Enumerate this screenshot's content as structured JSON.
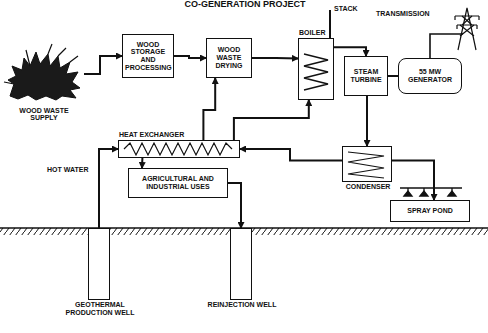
{
  "diagram": {
    "title": "CO-GENERATION PROJECT",
    "nodes": [
      {
        "text": [
          "WOOD WASTE SUPPLY"
        ]
      },
      {
        "text": [
          "WOOD STORAGE AND PROCESSING"
        ]
      },
      {
        "text": [
          "WOOD WASTE DRYING"
        ]
      },
      {
        "text": [
          "BOILER"
        ]
      },
      {
        "text": [
          "STEAM TURBINE"
        ]
      },
      {
        "text": [
          "55 MW GENERATOR"
        ]
      },
      {
        "text": [
          "HEAT EXCHANGER"
        ]
      },
      {
        "text": [
          "AGRICULTURAL AND INDUSTRIAL USES"
        ]
      },
      {
        "text": [
          "CONDENSER"
        ]
      },
      {
        "text": [
          "SPRAY POND"
        ]
      },
      {
        "text": [
          "GEOTHERMAL PRODUCTION WELL"
        ]
      },
      {
        "text": [
          "REINJECTION WELL"
        ]
      }
    ],
    "edges": [
      {
        "from": 0,
        "to": 1,
        "arrow": "to"
      },
      {
        "from": 1,
        "to": 2,
        "arrow": "to"
      },
      {
        "from": 2,
        "to": 3,
        "arrow": "to"
      },
      {
        "from": 3,
        "to": 4,
        "arrow": "to"
      },
      {
        "from": 4,
        "to": 5,
        "arrow": "none"
      },
      {
        "from": 4,
        "to": 8,
        "arrow": "to"
      },
      {
        "from": 8,
        "to": 6,
        "arrow": "to"
      },
      {
        "from": 6,
        "to": 3,
        "arrow": "to"
      },
      {
        "from": 10,
        "to": 6,
        "label": "HOT WATER",
        "arrow": "to"
      },
      {
        "from": 6,
        "to": 2,
        "arrow": "to"
      },
      {
        "from": 6,
        "to": 7,
        "arrow": "to"
      },
      {
        "from": 7,
        "to": 11,
        "arrow": "to"
      },
      {
        "from": 8,
        "to": 9,
        "arrow": "to"
      }
    ],
    "labels": [
      "STACK",
      "TRANSMISSION"
    ]
  }
}
